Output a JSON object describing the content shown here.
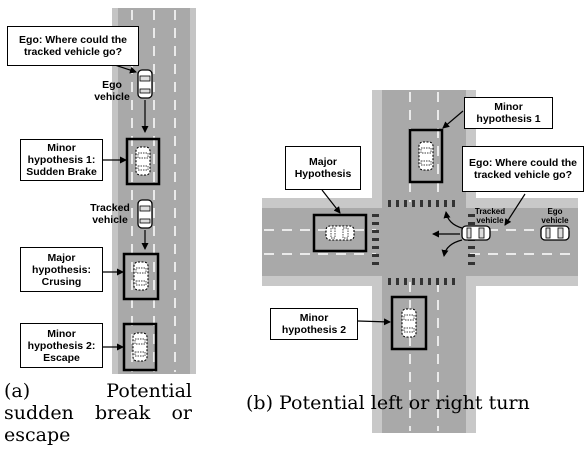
{
  "left_panel": {
    "ego_question": "Ego: Where could the tracked vehicle go?",
    "ego_vehicle_label": "Ego vehicle",
    "minor1_label": "Minor hypothesis 1: Sudden Brake",
    "tracked_vehicle_label": "Tracked vehicle",
    "major_label": "Major hypothesis: Crusing",
    "minor2_label": "Minor hypothesis 2: Escape",
    "caption": "(a) Potential sudden break or escape"
  },
  "right_panel": {
    "minor1_label": "Minor hypothesis 1",
    "major_label": "Major Hypothesis",
    "ego_question": "Ego: Where could the tracked vehicle go?",
    "tracked_vehicle_label": "Tracked vehicle",
    "ego_vehicle_label": "Ego vehicle",
    "minor2_label": "Minor hypothesis 2",
    "caption": "(b) Potential left or right turn"
  },
  "colors": {
    "road": "#a9a9a9",
    "sidewalk": "#c8c8c8",
    "line": "#ffffff",
    "box": "#000000"
  }
}
